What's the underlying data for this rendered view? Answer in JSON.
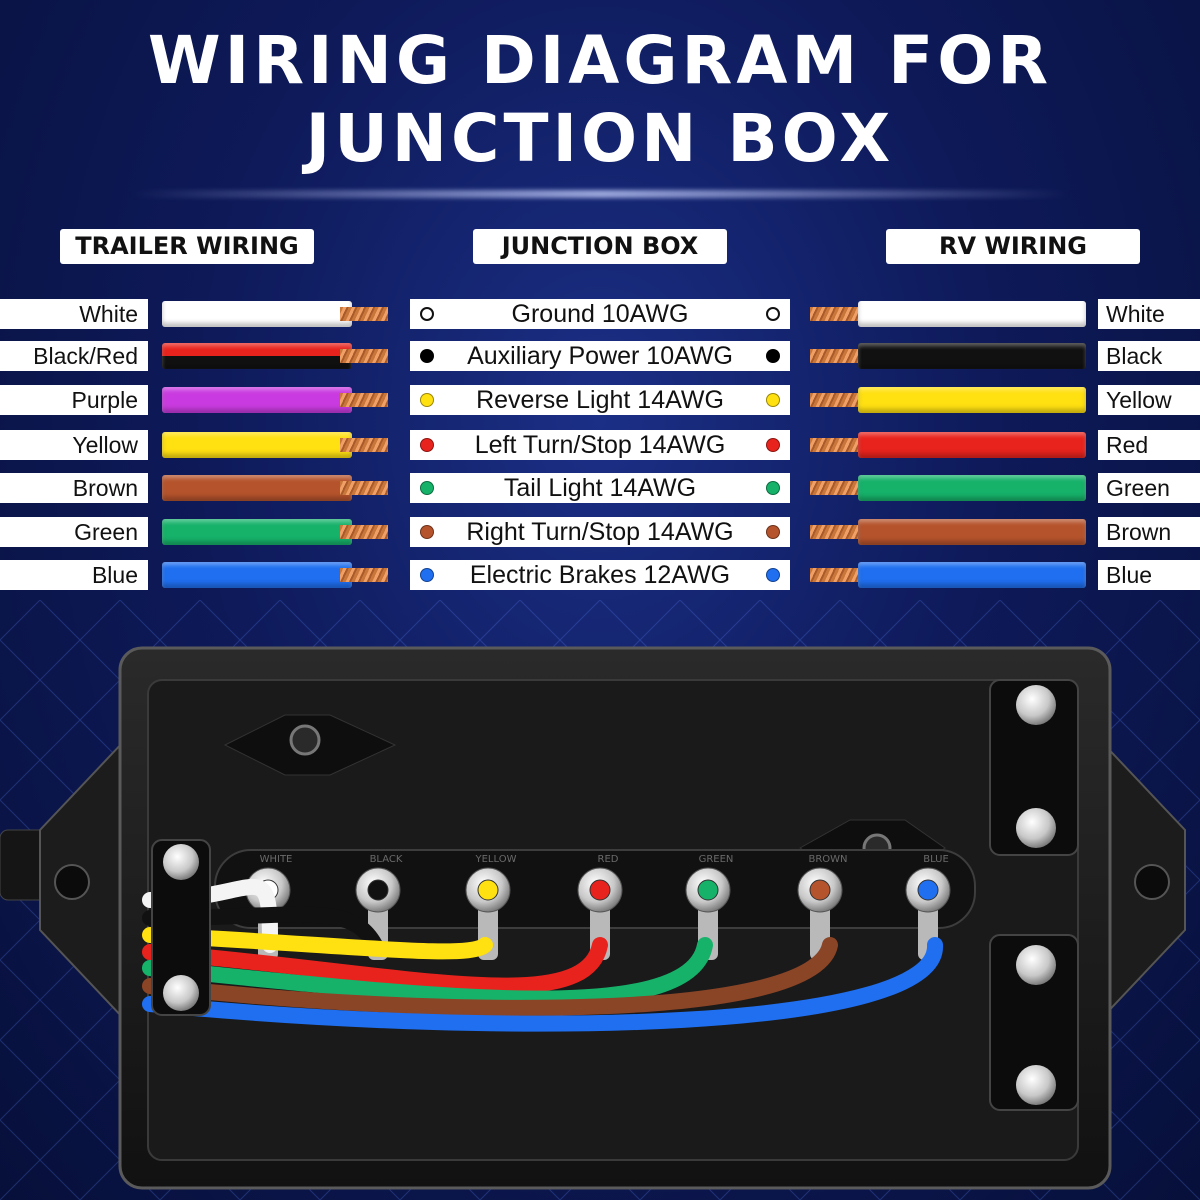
{
  "title": {
    "line1": "WIRING DIAGRAM FOR",
    "line2": "JUNCTION BOX"
  },
  "headers": {
    "trailer": "TRAILER WIRING",
    "junction": "JUNCTION BOX",
    "rv": "RV WIRING"
  },
  "trailer_wiring": [
    {
      "label": "White",
      "color": "#ffffff"
    },
    {
      "label": "Black/Red",
      "color": "#e8231d",
      "stripe": "#111111"
    },
    {
      "label": "Purple",
      "color": "#c93be0"
    },
    {
      "label": "Yellow",
      "color": "#ffe011"
    },
    {
      "label": "Brown",
      "color": "#b5532c"
    },
    {
      "label": "Green",
      "color": "#16b26a"
    },
    {
      "label": "Blue",
      "color": "#1f6ff0"
    }
  ],
  "junction_box": [
    {
      "label": "Ground 10AWG",
      "color": "#ffffff"
    },
    {
      "label": "Auxiliary Power 10AWG",
      "color": "#000000"
    },
    {
      "label": "Reverse Light 14AWG",
      "color": "#ffe011"
    },
    {
      "label": "Left Turn/Stop 14AWG",
      "color": "#e8231d"
    },
    {
      "label": "Tail Light 14AWG",
      "color": "#16b26a"
    },
    {
      "label": "Right Turn/Stop 14AWG",
      "color": "#b5532c"
    },
    {
      "label": "Electric Brakes 12AWG",
      "color": "#1f6ff0"
    }
  ],
  "rv_wiring": [
    {
      "label": "White",
      "color": "#ffffff"
    },
    {
      "label": "Black",
      "color": "#111111"
    },
    {
      "label": "Yellow",
      "color": "#ffe011"
    },
    {
      "label": "Red",
      "color": "#e8231d"
    },
    {
      "label": "Green",
      "color": "#16b26a"
    },
    {
      "label": "Brown",
      "color": "#b5532c"
    },
    {
      "label": "Blue",
      "color": "#1f6ff0"
    }
  ],
  "terminal_labels": [
    "WHITE",
    "BLACK",
    "YELLOW",
    "RED",
    "GREEN",
    "BROWN",
    "BLUE"
  ],
  "terminal_colors": [
    "#ffffff",
    "#111111",
    "#ffe011",
    "#e8231d",
    "#16b26a",
    "#b5532c",
    "#1f6ff0"
  ]
}
